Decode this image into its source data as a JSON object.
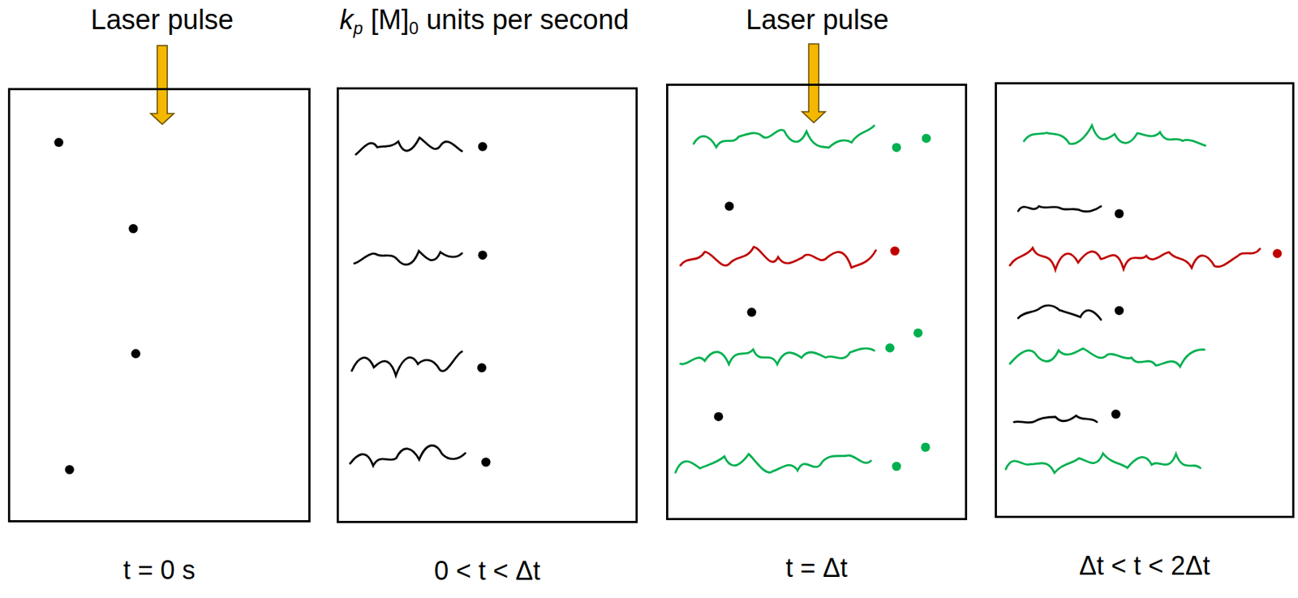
{
  "diagram": {
    "nodes": [
      {
        "text": [
          "t = 0 s"
        ]
      },
      {
        "text": [
          "0 < t < Δt"
        ]
      },
      {
        "text": [
          "t = Δt"
        ]
      },
      {
        "text": [
          "Δt < t < 2Δt"
        ]
      }
    ],
    "labels": [
      "Laser pulse",
      "k",
      "p",
      "[M]",
      "0",
      "units per second",
      "Laser pulse"
    ]
  }
}
